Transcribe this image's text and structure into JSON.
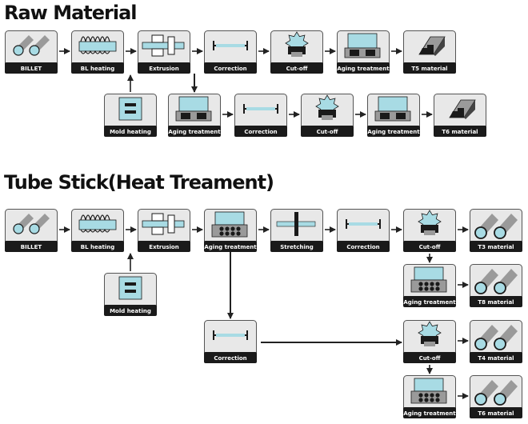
{
  "sections": [
    {
      "title": "Raw Material"
    },
    {
      "title": "Tube Stick(Heat Treament)"
    }
  ],
  "colors": {
    "box_fill": "#e8e8e8",
    "box_border": "#555555",
    "label_bar": "#1a1a1a",
    "label_text": "#ffffff",
    "accent": "#a8dbe4",
    "gray": "#9a9a9a",
    "dark": "#1a1a1a",
    "arrow": "#222222"
  },
  "nodes": {
    "r1_billet": {
      "label": "BILLET",
      "icon": "billet-icon"
    },
    "r1_heat": {
      "label": "BL heating",
      "icon": "coil-heating-icon"
    },
    "r1_extr": {
      "label": "Extrusion",
      "icon": "extrusion-press-icon"
    },
    "r1_corr": {
      "label": "Correction",
      "icon": "straightening-bar-icon"
    },
    "r1_cut": {
      "label": "Cut-off",
      "icon": "saw-blade-icon"
    },
    "r1_age": {
      "label": "Aging treatment",
      "icon": "aging-oven-icon"
    },
    "r1_t5": {
      "label": "T5 material",
      "icon": "angle-profile-icon"
    },
    "r1_mold": {
      "label": "Mold heating",
      "icon": "mold-heater-icon"
    },
    "r2_age": {
      "label": "Aging treatment",
      "icon": "aging-oven-icon"
    },
    "r2_corr": {
      "label": "Correction",
      "icon": "straightening-bar-icon"
    },
    "r2_cut": {
      "label": "Cut-off",
      "icon": "saw-blade-icon"
    },
    "r2_age2": {
      "label": "Aging treatment",
      "icon": "aging-oven-icon"
    },
    "r2_t6": {
      "label": "T6 material",
      "icon": "angle-profile-icon"
    },
    "t_billet": {
      "label": "BILLET",
      "icon": "billet-icon"
    },
    "t_heat": {
      "label": "BL heating",
      "icon": "coil-heating-icon"
    },
    "t_extr": {
      "label": "Extrusion",
      "icon": "extrusion-press-icon"
    },
    "t_age": {
      "label": "Aging treatment",
      "icon": "aging-oven-balls-icon"
    },
    "t_stretch": {
      "label": "Stretching",
      "icon": "stretching-icon"
    },
    "t_corr": {
      "label": "Correction",
      "icon": "straightening-bar-icon"
    },
    "t_cut": {
      "label": "Cut-off",
      "icon": "saw-blade-icon"
    },
    "t_t3": {
      "label": "T3 material",
      "icon": "tube-profile-icon"
    },
    "t_mold": {
      "label": "Mold heating",
      "icon": "mold-heater-icon"
    },
    "t_age2": {
      "label": "Aging treatment",
      "icon": "aging-oven-balls-icon"
    },
    "t_t8": {
      "label": "T8 material",
      "icon": "tube-profile-icon"
    },
    "t_corr2": {
      "label": "Correction",
      "icon": "straightening-bar-icon"
    },
    "t_cut2": {
      "label": "Cut-off",
      "icon": "saw-blade-icon"
    },
    "t_t4": {
      "label": "T4 material",
      "icon": "tube-profile-icon"
    },
    "t_age3": {
      "label": "Aging treatment",
      "icon": "aging-oven-balls-icon"
    },
    "t_t6": {
      "label": "T6 material",
      "icon": "tube-profile-icon"
    }
  },
  "edges": [
    [
      "r1_billet",
      "r1_heat"
    ],
    [
      "r1_heat",
      "r1_extr"
    ],
    [
      "r1_extr",
      "r1_corr"
    ],
    [
      "r1_corr",
      "r1_cut"
    ],
    [
      "r1_cut",
      "r1_age"
    ],
    [
      "r1_age",
      "r1_t5"
    ],
    [
      "r1_mold",
      "r1_heat"
    ],
    [
      "r1_extr",
      "r2_age"
    ],
    [
      "r2_age",
      "r2_corr"
    ],
    [
      "r2_corr",
      "r2_cut"
    ],
    [
      "r2_cut",
      "r2_age2"
    ],
    [
      "r2_age2",
      "r2_t6"
    ],
    [
      "t_billet",
      "t_heat"
    ],
    [
      "t_heat",
      "t_extr"
    ],
    [
      "t_extr",
      "t_age"
    ],
    [
      "t_age",
      "t_stretch"
    ],
    [
      "t_stretch",
      "t_corr"
    ],
    [
      "t_corr",
      "t_cut"
    ],
    [
      "t_cut",
      "t_t3"
    ],
    [
      "t_mold",
      "t_heat"
    ],
    [
      "t_cut",
      "t_age2"
    ],
    [
      "t_age2",
      "t_t8"
    ],
    [
      "t_age",
      "t_corr2"
    ],
    [
      "t_corr2",
      "t_cut2"
    ],
    [
      "t_cut2",
      "t_t4"
    ],
    [
      "t_cut2",
      "t_age3"
    ],
    [
      "t_age3",
      "t_t6"
    ]
  ]
}
